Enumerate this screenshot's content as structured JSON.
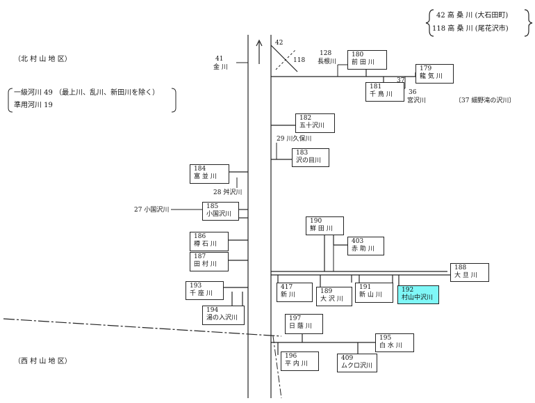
{
  "legend": {
    "row1": "42  高 桑 川 (大石田町)",
    "row2": "118  高 桑 川 (尾花沢市)"
  },
  "regions": {
    "north": "（北 村 山 地 区）",
    "west": "（西 村 山 地 区）"
  },
  "classes": {
    "first_class": "一級河川  49 （最上川、乱川、新田川を除く）",
    "quasi": "準用河川  19"
  },
  "note37": "〔37 細野滝の沢川〕",
  "labels": {
    "r41_num": "41",
    "r41_name": "金   川",
    "r42": "42",
    "r118": "118",
    "r128_num": "128",
    "r128_name": "長根川",
    "r37": "37",
    "r36_num": "36",
    "r36_name": "宮沢川",
    "r29": "29 川久保川",
    "r28": "28 舛沢川",
    "r27": "27 小国沢川"
  },
  "boxes": {
    "b180": {
      "num": "180",
      "name": "前 田 川"
    },
    "b179": {
      "num": "179",
      "name": "龍 気 川"
    },
    "b181": {
      "num": "181",
      "name": "千 鳥 川"
    },
    "b182": {
      "num": "182",
      "name": "五十沢川"
    },
    "b183": {
      "num": "183",
      "name": "沢の目川"
    },
    "b184": {
      "num": "184",
      "name": "富 並 川"
    },
    "b185": {
      "num": "185",
      "name": "小国沢川"
    },
    "b186": {
      "num": "186",
      "name": "樽 石 川"
    },
    "b187": {
      "num": "187",
      "name": "田 村 川"
    },
    "b193": {
      "num": "193",
      "name": "千 座 川"
    },
    "b194": {
      "num": "194",
      "name": "湯の入沢川"
    },
    "b190": {
      "num": "190",
      "name": "鮮 田 川"
    },
    "b403": {
      "num": "403",
      "name": "赤 助 川"
    },
    "b188": {
      "num": "188",
      "name": "大 旦 川"
    },
    "b417": {
      "num": "417",
      "name": "新      川"
    },
    "b189": {
      "num": "189",
      "name": "大 沢 川"
    },
    "b191": {
      "num": "191",
      "name": "新 山 川"
    },
    "b192": {
      "num": "192",
      "name": "村山中沢川"
    },
    "b197": {
      "num": "197",
      "name": "日 蔭 川"
    },
    "b195": {
      "num": "195",
      "name": "白 水 川"
    },
    "b196": {
      "num": "196",
      "name": "平 内 川"
    },
    "b409": {
      "num": "409",
      "name": "ムクロ沢川"
    }
  },
  "colors": {
    "highlight": "#7ff7f7",
    "line": "#222222"
  }
}
